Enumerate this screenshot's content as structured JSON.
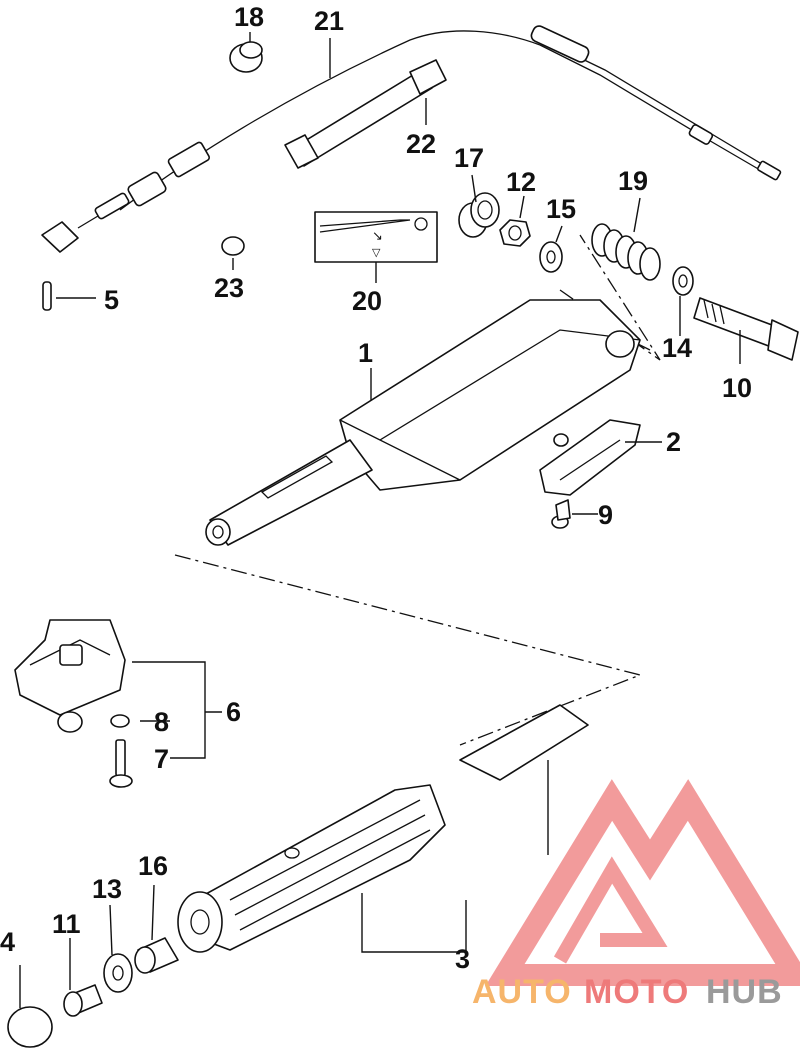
{
  "diagram": {
    "callouts": {
      "p1": "1",
      "p2": "2",
      "p3": "3",
      "p4": "4",
      "p5": "5",
      "p6": "6",
      "p7": "7",
      "p8": "8",
      "p9": "9",
      "p10": "10",
      "p11": "11",
      "p12": "12",
      "p13": "13",
      "p14": "14",
      "p15": "15",
      "p16": "16",
      "p17": "17",
      "p18": "18",
      "p19": "19",
      "p20": "20",
      "p21": "21",
      "p22": "22",
      "p23": "23"
    },
    "decal_symbols": {
      "sym1": "↘",
      "sym2": "▽"
    }
  },
  "watermark": {
    "word_part1": "AUTO",
    "word_part2": "MOTO",
    "word_part3": "HUB",
    "colors": {
      "orange": "#f6b56b",
      "red": "#ee7a7a",
      "gray": "#9a9a9a",
      "logo": "#f08a8a"
    }
  }
}
